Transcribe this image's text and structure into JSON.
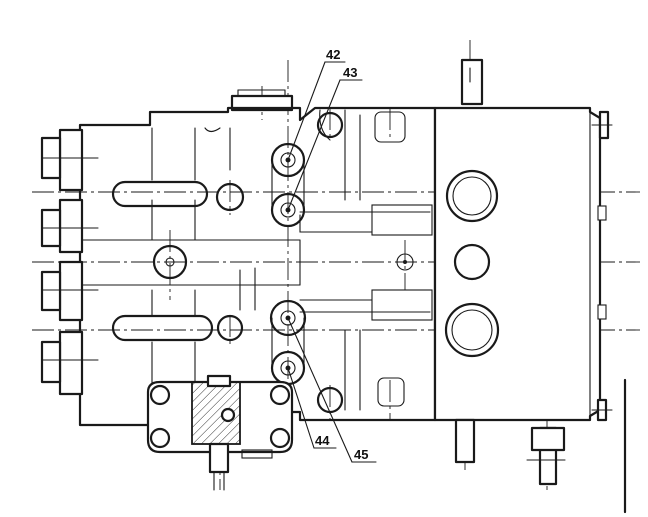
{
  "callouts": [
    {
      "id": "42",
      "label": "42"
    },
    {
      "id": "43",
      "label": "43"
    },
    {
      "id": "44",
      "label": "44"
    },
    {
      "id": "45",
      "label": "45"
    }
  ],
  "colors": {
    "line": "#1a1a1a",
    "background": "#ffffff"
  }
}
